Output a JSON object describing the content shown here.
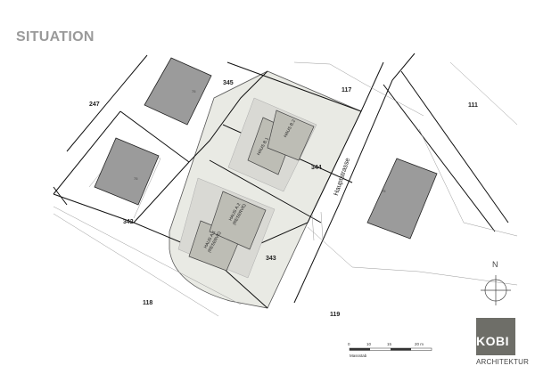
{
  "title": "SITUATION",
  "parcels": {
    "p247": "247",
    "p345": "345",
    "p117": "117",
    "p111": "111",
    "p344": "344",
    "p342": "342",
    "p343": "343",
    "p118": "118",
    "p119": "119"
  },
  "street": "Hauptstrasse",
  "buildings": {
    "b75a": "75",
    "b75b": "75",
    "b75c": "75"
  },
  "houses": {
    "haus_b1": "HAUS B.1",
    "haus_b2": "HAUS B.2",
    "haus_a1_name": "HAUS A.1",
    "haus_a1_note": "(RESERVE)",
    "haus_a2_name": "HAUS A.2",
    "haus_a2_note": "(RESERVE)"
  },
  "north": "N",
  "scale": {
    "t0": "0",
    "t10": "10",
    "t15": "15",
    "t20": "20 m",
    "caption": "Massstab"
  },
  "logo": {
    "mark": "KOBI",
    "sub": "ARCHITEKTUR"
  },
  "colors": {
    "site_fill": "#e9eae4",
    "house_fill": "#bdbdb5",
    "house_shadow": "#d9d9d4",
    "neighbor_fill": "#9b9b9b",
    "title_color": "#9a9a9a",
    "logo_fill": "#6e6e68"
  }
}
